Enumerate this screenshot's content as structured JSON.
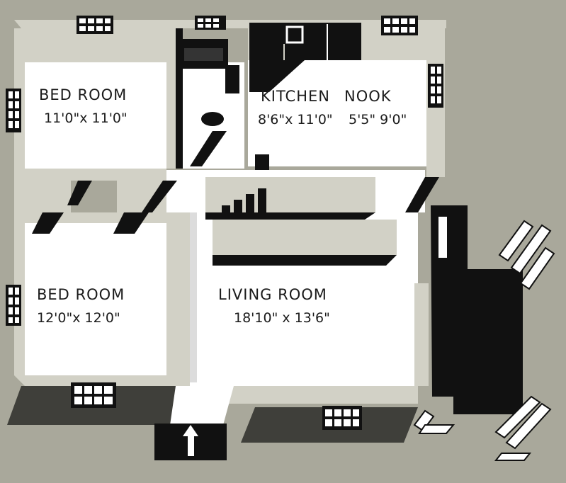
{
  "rooms": {
    "bedroom1": {
      "name": "BED ROOM",
      "size": "11'0\"x 11'0\""
    },
    "bedroom2": {
      "name": "BED ROOM",
      "size": "12'0\"x 12'0\""
    },
    "kitchen": {
      "name": "KITCHEN",
      "size": "8'6\"x 11'0\""
    },
    "nook": {
      "name": "NOOK",
      "size": "5'5\" 9'0\""
    },
    "living": {
      "name": "LIVING ROOM",
      "size": "18'10\" x 13'6\""
    }
  },
  "colors": {
    "background": "#a9a89b",
    "floor": "#ffffff",
    "wall_face": "#d2d1c6",
    "dark": "#111111",
    "shadow": "#3f3f3a"
  },
  "icons": [
    "window-grid-icon",
    "entry-arrow-icon",
    "stair-steps-icon"
  ]
}
